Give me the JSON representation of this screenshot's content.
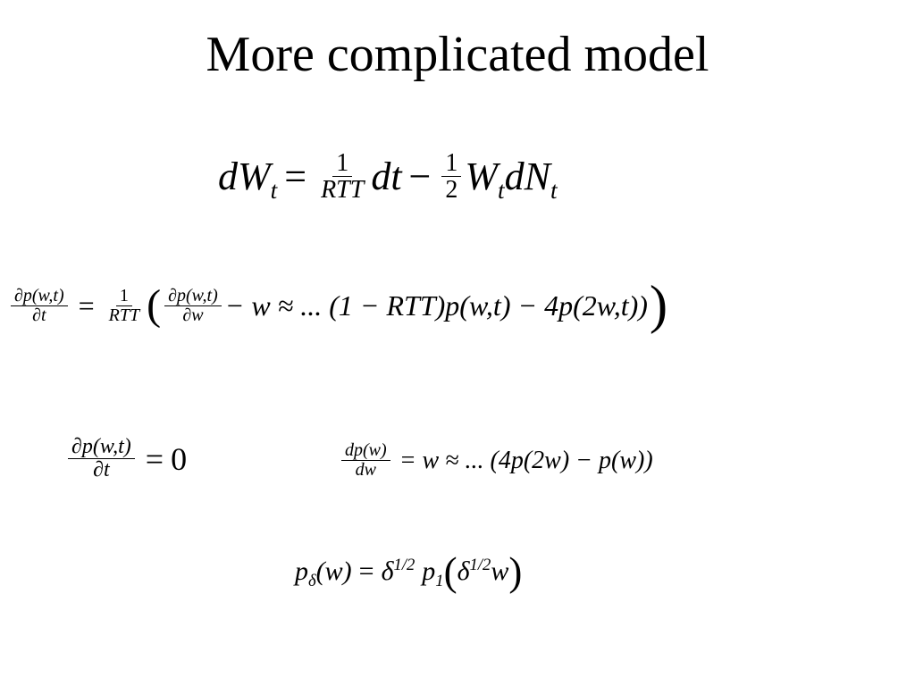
{
  "slide": {
    "title": "More complicated model"
  },
  "equations": {
    "eq1": {
      "lhs": "dW",
      "lhs_sub": "t",
      "eq": "=",
      "f1_num": "1",
      "f1_den": "RTT",
      "dt": "dt",
      "minus": "−",
      "f2_num": "1",
      "f2_den": "2",
      "w": "W",
      "w_sub": "t",
      "dn": "dN",
      "dn_sub": "t"
    },
    "eq2": {
      "lhs_num": "∂p(w,t)",
      "lhs_den": "∂t",
      "eq": "=",
      "f1_num": "1",
      "f1_den": "RTT",
      "lparen": "(",
      "inner_num": "∂p(w,t)",
      "inner_den": "∂w",
      "rest": "− w ≈ ... (1 − RTT)p(w,t) − 4p(2w,t))",
      "rparen": ")"
    },
    "eq3": {
      "lhs_num": "∂p(w,t)",
      "lhs_den": "∂t",
      "eq": "=",
      "rhs": "0"
    },
    "eq4": {
      "lhs_num": "dp(w)",
      "lhs_den": "dw",
      "eq": "=",
      "rhs": "w ≈ ... (4p(2w) − p(w))"
    },
    "eq5": {
      "p": "p",
      "p_sub": "δ",
      "arg1": "(w)",
      "eq": "=",
      "delta": "δ",
      "exp": "1/2",
      "p1": "p",
      "p1_sub": "1",
      "open": "(",
      "delta2": "δ",
      "exp2": "1/2",
      "w": "w",
      "close": ")"
    }
  }
}
